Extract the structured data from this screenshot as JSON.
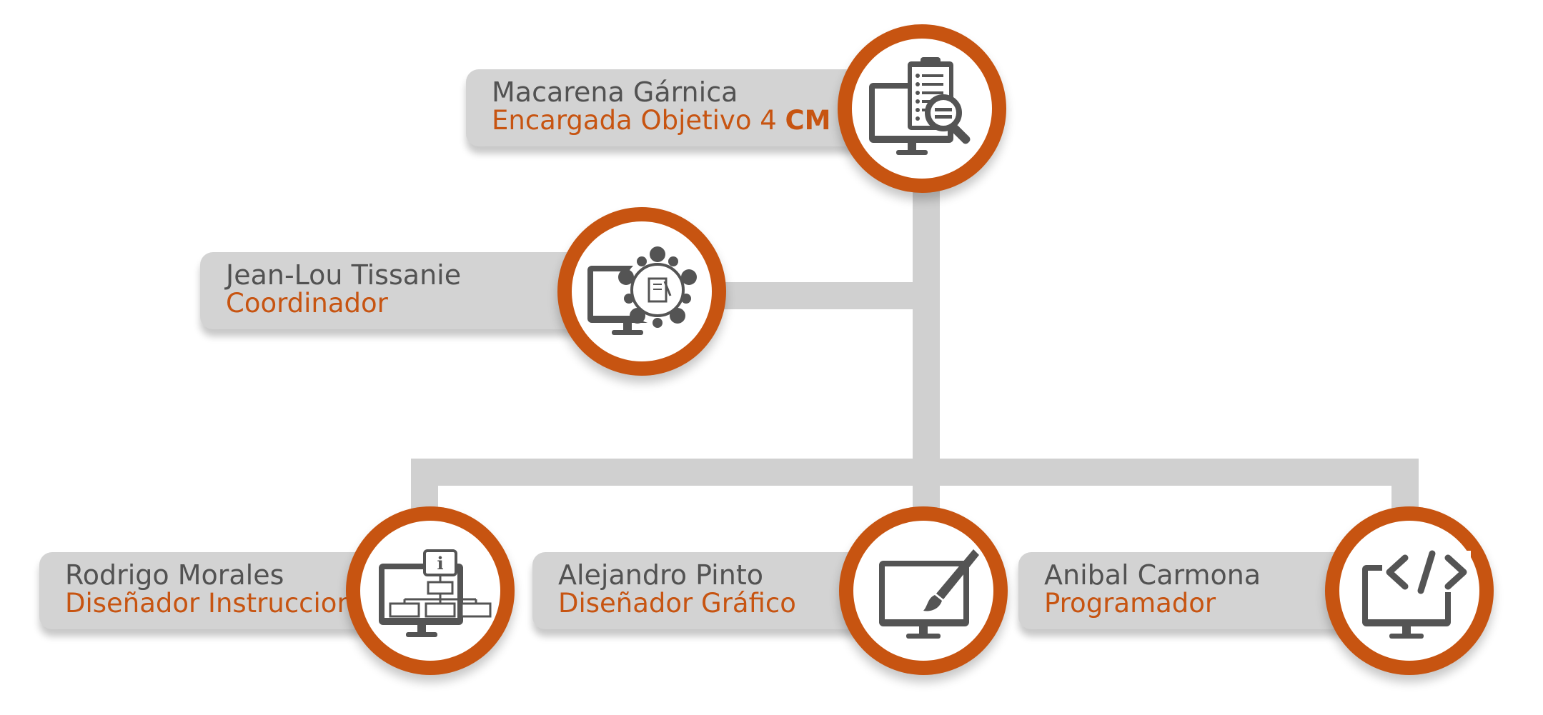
{
  "accent_color": "#c75411",
  "card_color": "#d3d3d3",
  "text_color": "#525252",
  "connector_color": "#d0d0d0",
  "members": [
    {
      "id": "macarena",
      "name": "Macarena Gárnica",
      "role_prefix": "Encargada Objetivo 4 ",
      "role_emphasis": "CM FID",
      "icon": "clipboard-search-monitor-icon"
    },
    {
      "id": "jean-lou",
      "name": "Jean-Lou Tissanie",
      "role": "Coordinador",
      "icon": "team-network-monitor-icon"
    },
    {
      "id": "rodrigo",
      "name": "Rodrigo Morales",
      "role": "Diseñador Instruccional",
      "icon": "info-hierarchy-monitor-icon"
    },
    {
      "id": "alejandro",
      "name": "Alejandro Pinto",
      "role": "Diseñador Gráfico",
      "icon": "paintbrush-monitor-icon"
    },
    {
      "id": "anibal",
      "name": "Anibal Carmona",
      "role": "Programador",
      "icon": "code-monitor-icon"
    }
  ]
}
